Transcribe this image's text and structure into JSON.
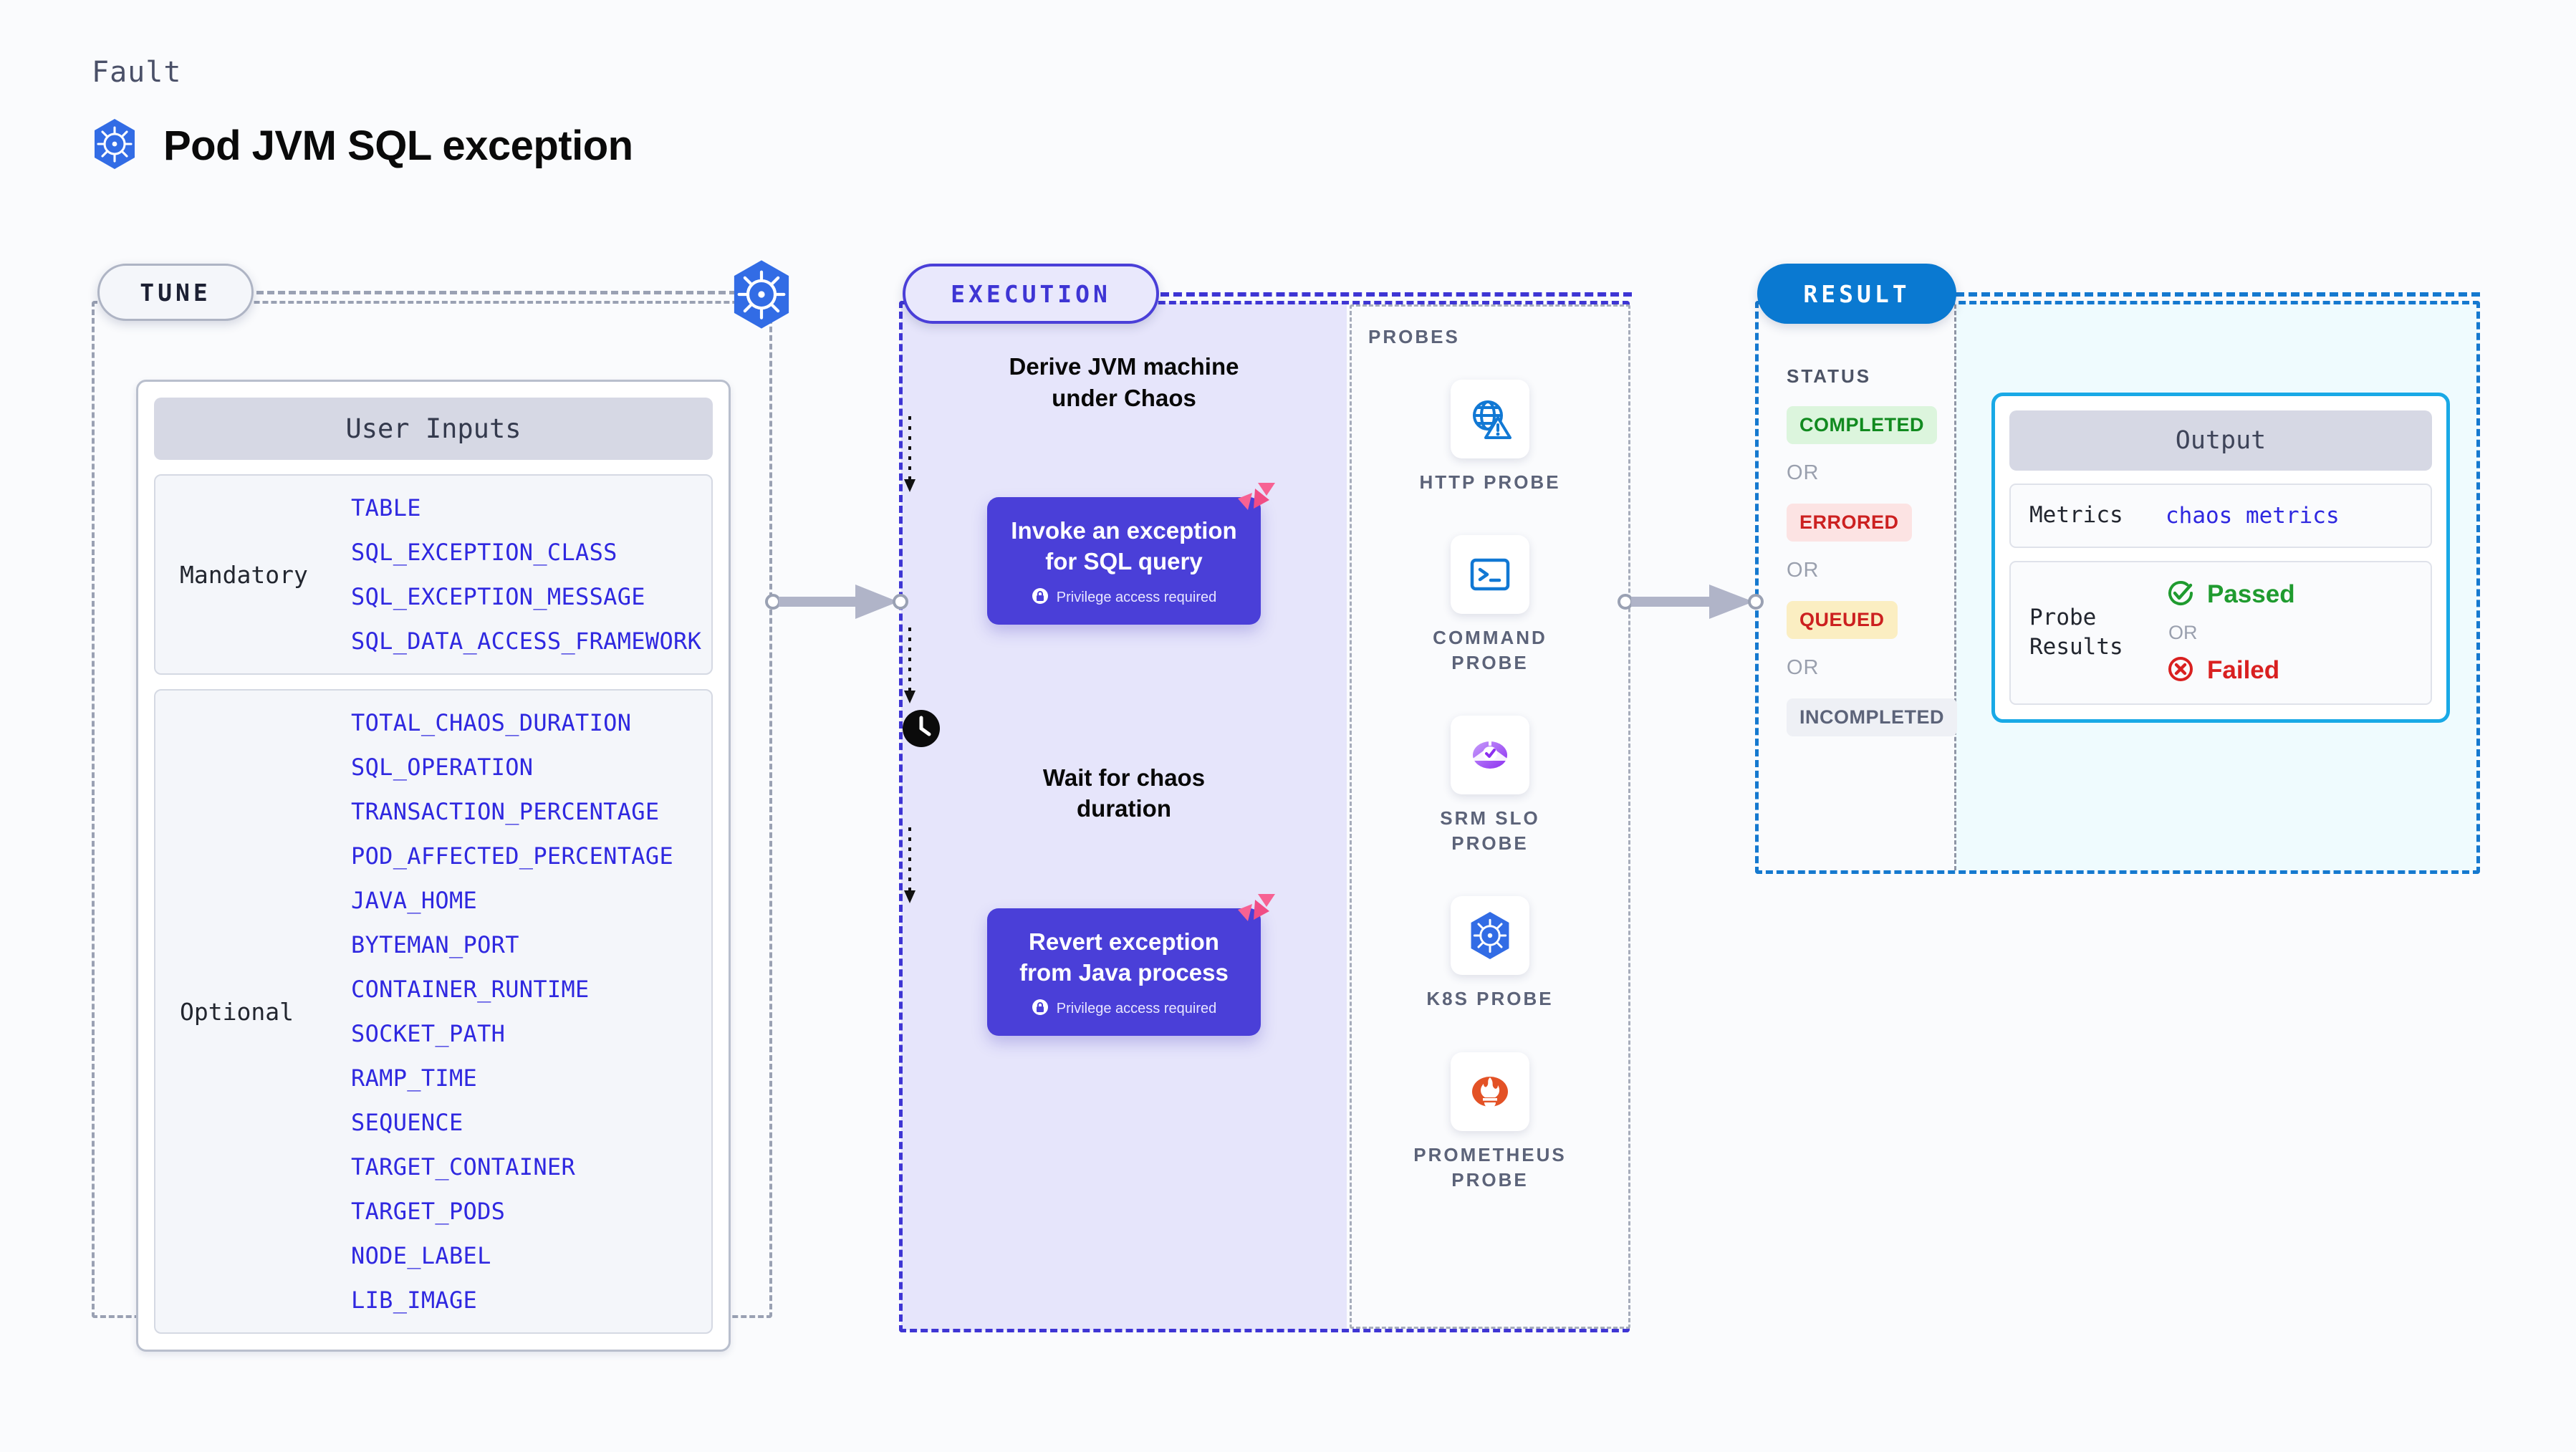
{
  "header": {
    "kind_label": "Fault",
    "title": "Pod JVM SQL exception",
    "icon": "kubernetes-icon"
  },
  "tune": {
    "pill_label": "TUNE",
    "node_icon": "kubernetes-icon",
    "card_title": "User Inputs",
    "groups": [
      {
        "label": "Mandatory",
        "params": [
          "TABLE",
          "SQL_EXCEPTION_CLASS",
          "SQL_EXCEPTION_MESSAGE",
          "SQL_DATA_ACCESS_FRAMEWORK"
        ]
      },
      {
        "label": "Optional",
        "params": [
          "TOTAL_CHAOS_DURATION",
          "SQL_OPERATION",
          "TRANSACTION_PERCENTAGE",
          "POD_AFFECTED_PERCENTAGE",
          "JAVA_HOME",
          "BYTEMAN_PORT",
          "CONTAINER_RUNTIME",
          "SOCKET_PATH",
          "RAMP_TIME",
          "SEQUENCE",
          "TARGET_CONTAINER",
          "TARGET_PODS",
          "NODE_LABEL",
          "LIB_IMAGE"
        ]
      }
    ]
  },
  "execution": {
    "pill_label": "EXECUTION",
    "steps": [
      {
        "type": "text",
        "label": "Derive JVM machine\nunder Chaos"
      },
      {
        "type": "card",
        "title": "Invoke an exception\nfor SQL query",
        "note": "Privilege access required",
        "note_icon": "lock-icon",
        "badge_icon": "litmus-flag-icon"
      },
      {
        "type": "wait",
        "icon": "clock-icon",
        "label": "Wait for chaos\nduration"
      },
      {
        "type": "card",
        "title": "Revert exception\nfrom Java process",
        "note": "Privilege access required",
        "note_icon": "lock-icon",
        "badge_icon": "litmus-flag-icon"
      }
    ]
  },
  "probes": {
    "label": "PROBES",
    "items": [
      {
        "name": "HTTP PROBE",
        "icon": "globe-warning-icon"
      },
      {
        "name": "COMMAND PROBE",
        "icon": "terminal-icon"
      },
      {
        "name": "SRM SLO PROBE",
        "icon": "srm-slo-icon"
      },
      {
        "name": "K8S PROBE",
        "icon": "kubernetes-icon"
      },
      {
        "name": "PROMETHEUS PROBE",
        "icon": "prometheus-icon"
      }
    ]
  },
  "result": {
    "pill_label": "RESULT",
    "status_heading": "STATUS",
    "or_label": "OR",
    "statuses": [
      {
        "label": "COMPLETED",
        "bg": "#dcf5dd",
        "fg": "#118a1f"
      },
      {
        "label": "ERRORED",
        "bg": "#fce3e3",
        "fg": "#cc2020"
      },
      {
        "label": "QUEUED",
        "bg": "#fbeec2",
        "fg": "#cc2020"
      },
      {
        "label": "INCOMPLETED",
        "bg": "#eef0f5",
        "fg": "#5c6379"
      }
    ],
    "output": {
      "title": "Output",
      "metrics_key": "Metrics",
      "metrics_value": "chaos metrics",
      "probe_results_key": "Probe\nResults",
      "passed_label": "Passed",
      "passed_icon": "check-circle-icon",
      "failed_label": "Failed",
      "failed_icon": "x-circle-icon",
      "or_label": "OR"
    }
  },
  "connectors": [
    {
      "name": "tune-to-execution",
      "icon": "right-arrow-icon"
    },
    {
      "name": "probes-to-result",
      "icon": "right-arrow-icon"
    }
  ],
  "colors": {
    "accent_purple": "#4a3fd8",
    "accent_blue": "#0a79d1",
    "k8s_blue": "#326ce5",
    "litmus_pink": "#f76293",
    "cyan": "#19a9e6"
  }
}
